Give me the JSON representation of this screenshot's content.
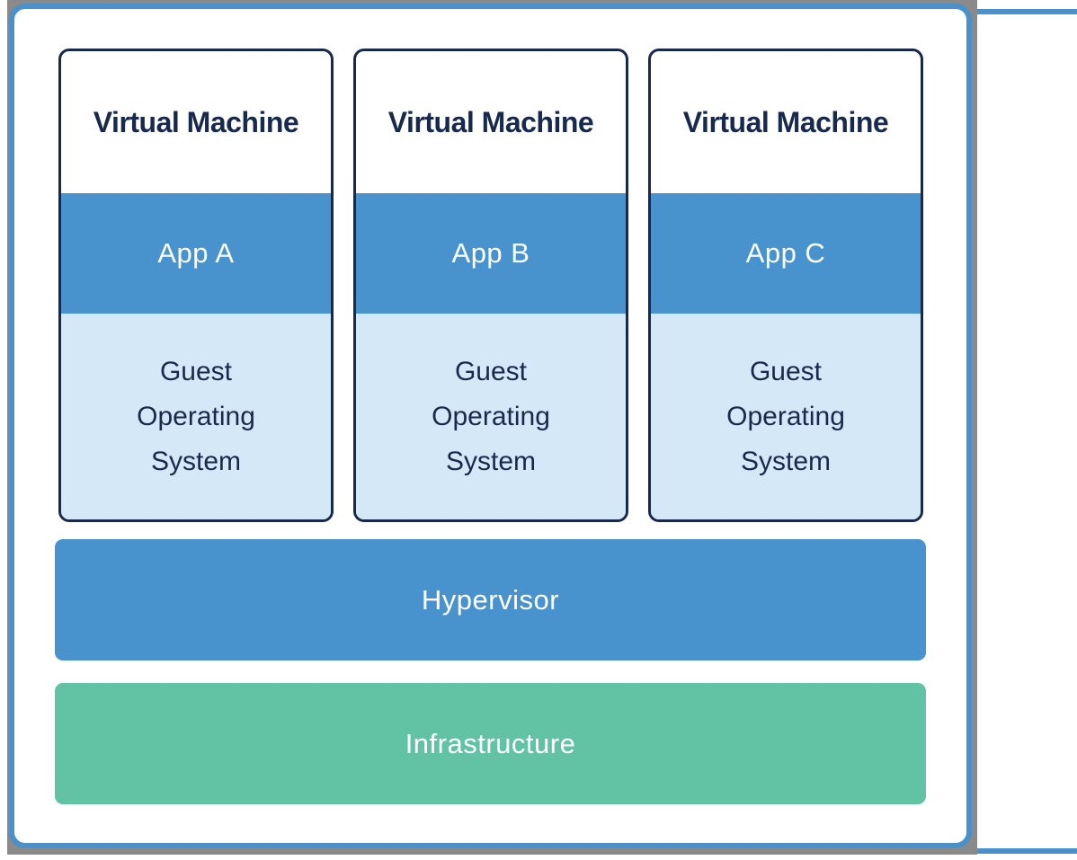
{
  "diagram": {
    "vm_boxes": [
      {
        "title": "Virtual Machine",
        "app": "App A",
        "os": "Guest Operating System"
      },
      {
        "title": "Virtual Machine",
        "app": "App B",
        "os": "Guest Operating System"
      },
      {
        "title": "Virtual Machine",
        "app": "App C",
        "os": "Guest Operating System"
      }
    ],
    "hypervisor_label": "Hypervisor",
    "infrastructure_label": "Infrastructure"
  },
  "colors": {
    "frame_blue": "#4a90ca",
    "band_blue": "#4892cd",
    "light_blue": "#d5e8f7",
    "green": "#61c3a3",
    "navy": "#172a4e",
    "gutter_gray": "#8a8a8a"
  }
}
